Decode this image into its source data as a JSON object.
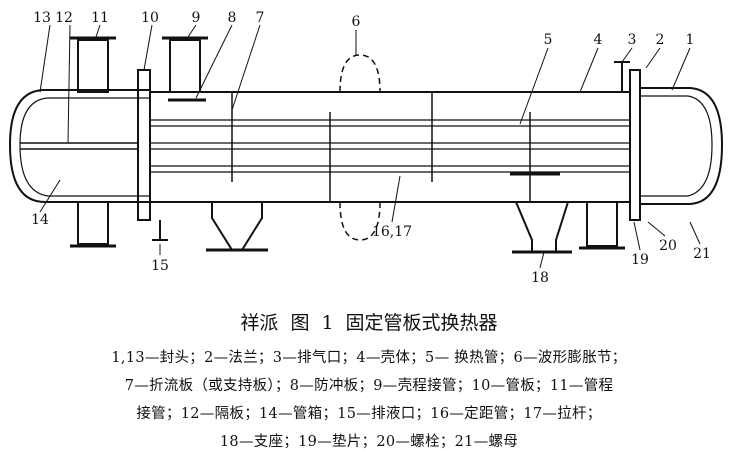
{
  "callouts": [
    "1",
    "2",
    "3",
    "4",
    "5",
    "6",
    "7",
    "8",
    "9",
    "10",
    "11",
    "12",
    "13",
    "14",
    "15",
    "16,17",
    "18",
    "19",
    "20",
    "21"
  ],
  "caption": {
    "brand": "祥派",
    "figure": "图",
    "figure_number": "1",
    "title": "固定管板式换热器"
  },
  "legend_lines": [
    "1,13—封头；2—法兰；3—排气口；4—壳体；5— 换热管；6—波形膨胀节；",
    "7—折流板（或支持板）；8—防冲板；9—壳程接管；10—管板；11—管程",
    "接管；12—隔板；14—管箱；15—排液口；16—定距管；17—拉杆；",
    "18—支座；19—垫片；20—螺栓；21—螺母"
  ]
}
